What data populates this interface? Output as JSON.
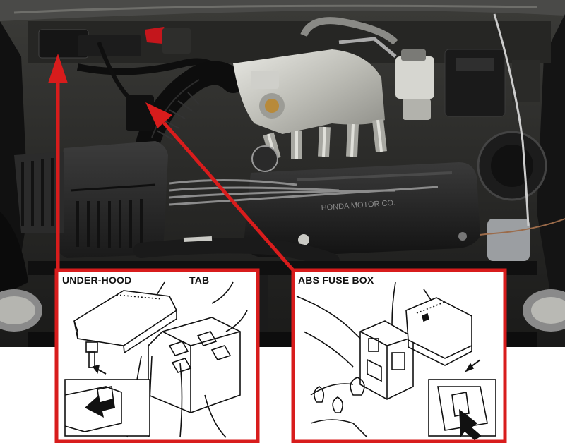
{
  "panels": {
    "left_title": "UNDER-HOOD",
    "left_callout": "TAB",
    "right_title": "ABS FUSE BOX"
  },
  "colors": {
    "highlight": "#d81c1c",
    "engine_dark": "#1f1f1f",
    "intake_silver": "#c9c9c4",
    "drawing_line": "#111111"
  },
  "icons": {
    "arrow": "callout-arrow",
    "pointer": "black-pointer-arrow"
  }
}
